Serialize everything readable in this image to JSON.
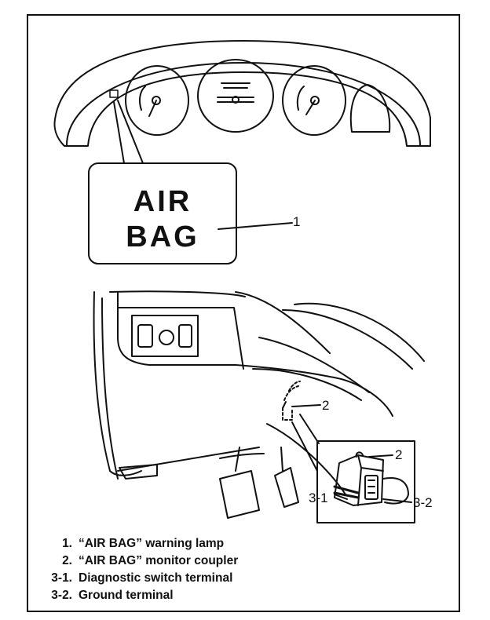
{
  "warning_lamp": {
    "line1": "AIR",
    "line2": "BAG"
  },
  "callouts": {
    "lamp": "1",
    "coupler_location": "2",
    "coupler_detail": "2",
    "diag_terminal": "3-1",
    "ground_terminal": "3-2"
  },
  "legend": {
    "items": [
      {
        "num": "1.",
        "text": "“AIR BAG” warning lamp"
      },
      {
        "num": "2.",
        "text": "“AIR BAG” monitor coupler"
      },
      {
        "num": "3-1.",
        "text": "Diagnostic switch terminal"
      },
      {
        "num": "3-2.",
        "text": "Ground terminal"
      }
    ]
  }
}
